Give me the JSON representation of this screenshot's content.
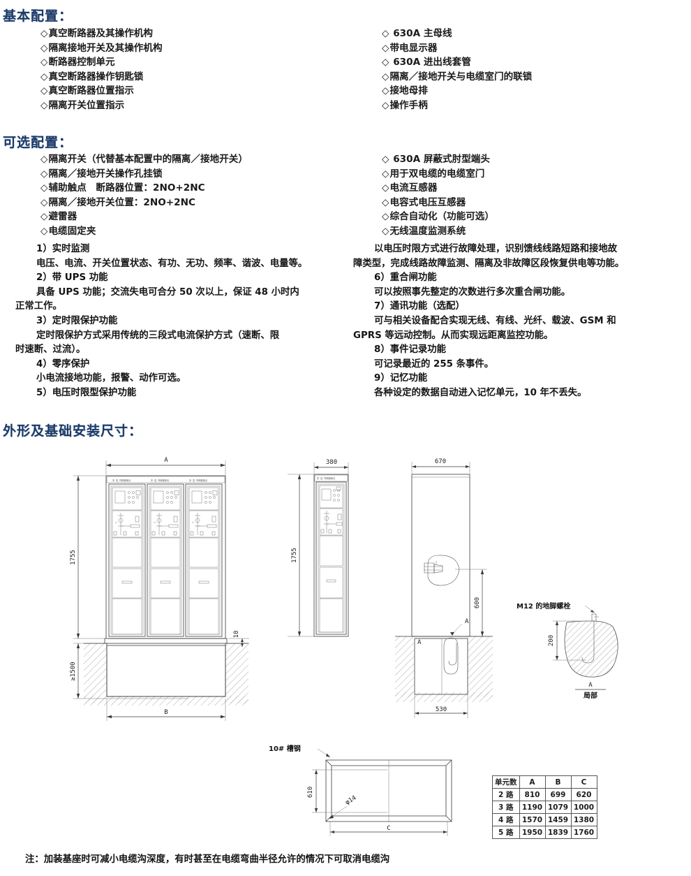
{
  "sections": {
    "basic_title": "基本配置：",
    "optional_title": "可选配置：",
    "dimension_title": "外形及基础安装尺寸："
  },
  "basic_config": {
    "left": [
      "真空断路器及其操作机构",
      "隔离接地开关及其操作机构",
      "断路器控制单元",
      "真空断路器操作钥匙锁",
      "真空断路器位置指示",
      "隔离开关位置指示"
    ],
    "right": [
      "630A 主母线",
      "带电显示器",
      "630A 进出线套管",
      "隔离／接地开关与电缆室门的联锁",
      "接地母排",
      "操作手柄"
    ]
  },
  "optional_config": {
    "left": [
      "隔离开关（代替基本配置中的隔离／接地开关）",
      "隔离／接地开关操作孔挂锁",
      "辅助触点　断路器位置：2NO+2NC",
      "隔离／接地开关位置：2NO+2NC",
      "避雷器",
      "电缆固定夹"
    ],
    "right": [
      "630A 屏蔽式肘型端头",
      "用于双电缆的电缆室门",
      "电流互感器",
      "电容式电压互感器",
      "综合自动化（功能可选）",
      "无线温度监测系统"
    ]
  },
  "functions": {
    "left": [
      {
        "num": "1）实时监测",
        "body": "电压、电流、开关位置状态、有功、无功、频率、谐波、电量等。"
      },
      {
        "num": "2）带 UPS 功能",
        "body": "具备 UPS 功能；交流失电可合分 50 次以上，保证 48 小时内\n正常工作。"
      },
      {
        "num": "3）定时限保护功能",
        "body": "定时限保护方式采用传统的三段式电流保护方式（速断、限\n时速断、过流）。"
      },
      {
        "num": "4）零序保护",
        "body": "小电流接地功能，报警、动作可选。"
      },
      {
        "num": "5）电压时限型保护功能",
        "body": ""
      }
    ],
    "right": [
      {
        "num": "",
        "body": "以电压时限方式进行故障处理，识别馈线线路短路和接地故\n障类型，完成线路故障监测、隔离及非故障区段恢复供电等功能。"
      },
      {
        "num": "6）重合闸功能",
        "body": "可以按照事先整定的次数进行多次重合闸功能。"
      },
      {
        "num": "7）通讯功能（选配）",
        "body": "可与相关设备配合实现无线、有线、光纤、载波、GSM 和\nGPRS 等远动控制。从而实现远距离监控功能。"
      },
      {
        "num": "8）事件记录功能",
        "body": "可记录最近的 255 条事件。"
      },
      {
        "num": "9）记忆功能",
        "body": "各种设定的数据自动进入记忆单元，10 年不丢失。"
      }
    ]
  },
  "drawings": {
    "front_view": {
      "width_label": "A",
      "height_label": "1755",
      "base_label": "10",
      "trench_depth": "≥1500",
      "trench_width": "B",
      "panel_count": 3
    },
    "side_view": {
      "width_label": "380",
      "height_label": "1755"
    },
    "section_view": {
      "top_width": "670",
      "inner_height": "600",
      "bottom_width": "530",
      "detail_mark": "A"
    },
    "anchor_detail": {
      "label": "M12 的地脚螺栓",
      "depth": "200",
      "caption_mark": "A",
      "caption_text": "局部"
    },
    "base_frame": {
      "channel_label": "10# 槽钢",
      "height_label": "610",
      "width_label": "C",
      "hole_label": "φ14"
    }
  },
  "dimension_table": {
    "headers": [
      "单元数",
      "A",
      "B",
      "C"
    ],
    "rows": [
      [
        "2 路",
        "810",
        "699",
        "620"
      ],
      [
        "3 路",
        "1190",
        "1079",
        "1000"
      ],
      [
        "4 路",
        "1570",
        "1459",
        "1380"
      ],
      [
        "5 路",
        "1950",
        "1839",
        "1760"
      ]
    ]
  },
  "note": "注：加装基座时可减小电缆沟深度，有时甚至在电缆弯曲半径允许的情况下可取消电缆沟",
  "colors": {
    "heading": "#1b3a68",
    "text": "#1a1a1a",
    "line": "#3a3a3a"
  }
}
